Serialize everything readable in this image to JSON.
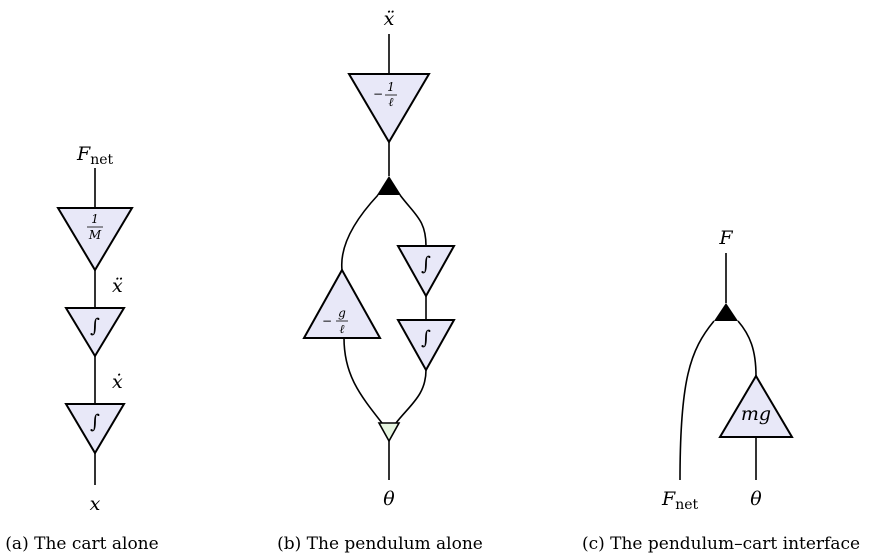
{
  "panel_a": {
    "caption": "(a) The cart alone",
    "input": {
      "base": "F",
      "sub": "net"
    },
    "gain1": {
      "num": "1",
      "den": "M"
    },
    "wire1": "ẍ",
    "integrator1": "∫",
    "wire2": "ẋ",
    "integrator2": "∫",
    "output": "x"
  },
  "panel_b": {
    "caption": "(b) The pendulum alone",
    "input": "ẍ",
    "gain_top": {
      "sign": "−",
      "num": "1",
      "den": "ℓ"
    },
    "gain_left": {
      "sign": "−",
      "num": "g",
      "den": "ℓ"
    },
    "integrator1": "∫",
    "integrator2": "∫",
    "output": "θ"
  },
  "panel_c": {
    "caption": "(c) The pendulum–cart interface",
    "input": "F",
    "gain": "mg",
    "output_left": {
      "base": "F",
      "sub": "net"
    },
    "output_right": "θ"
  },
  "colors": {
    "block_fill": "#e8e8f8",
    "sum_fill": "#e6f5e0",
    "stroke": "#000000"
  }
}
